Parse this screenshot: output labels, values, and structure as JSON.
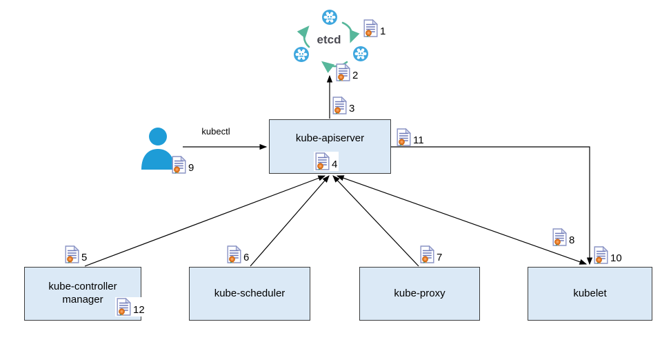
{
  "etcd": {
    "label": "etcd"
  },
  "kubectl": {
    "label": "kubectl"
  },
  "nodes": {
    "apiserver": {
      "label": "kube-apiserver"
    },
    "controller_manager": {
      "label_line1": "kube-controller",
      "label_line2": "manager"
    },
    "scheduler": {
      "label": "kube-scheduler"
    },
    "proxy": {
      "label": "kube-proxy"
    },
    "kubelet": {
      "label": "kubelet"
    }
  },
  "certificates": [
    "1",
    "2",
    "3",
    "4",
    "5",
    "6",
    "7",
    "8",
    "9",
    "10",
    "11",
    "12"
  ],
  "icons": {
    "certificate": "certificate-document-with-seal",
    "etcd_node": "gear-in-circle",
    "user": "person-silhouette"
  },
  "colors": {
    "node_fill": "#dbe9f6",
    "node_border": "#3b3b3b",
    "line": "#000000",
    "etcd_blue": "#3fa7de",
    "etcd_arrow_green": "#57b79b",
    "user_blue": "#1e9cd7",
    "cert_outline": "#8a93c4",
    "cert_lines": "#6f7ab8",
    "cert_seal": "#e87722"
  }
}
